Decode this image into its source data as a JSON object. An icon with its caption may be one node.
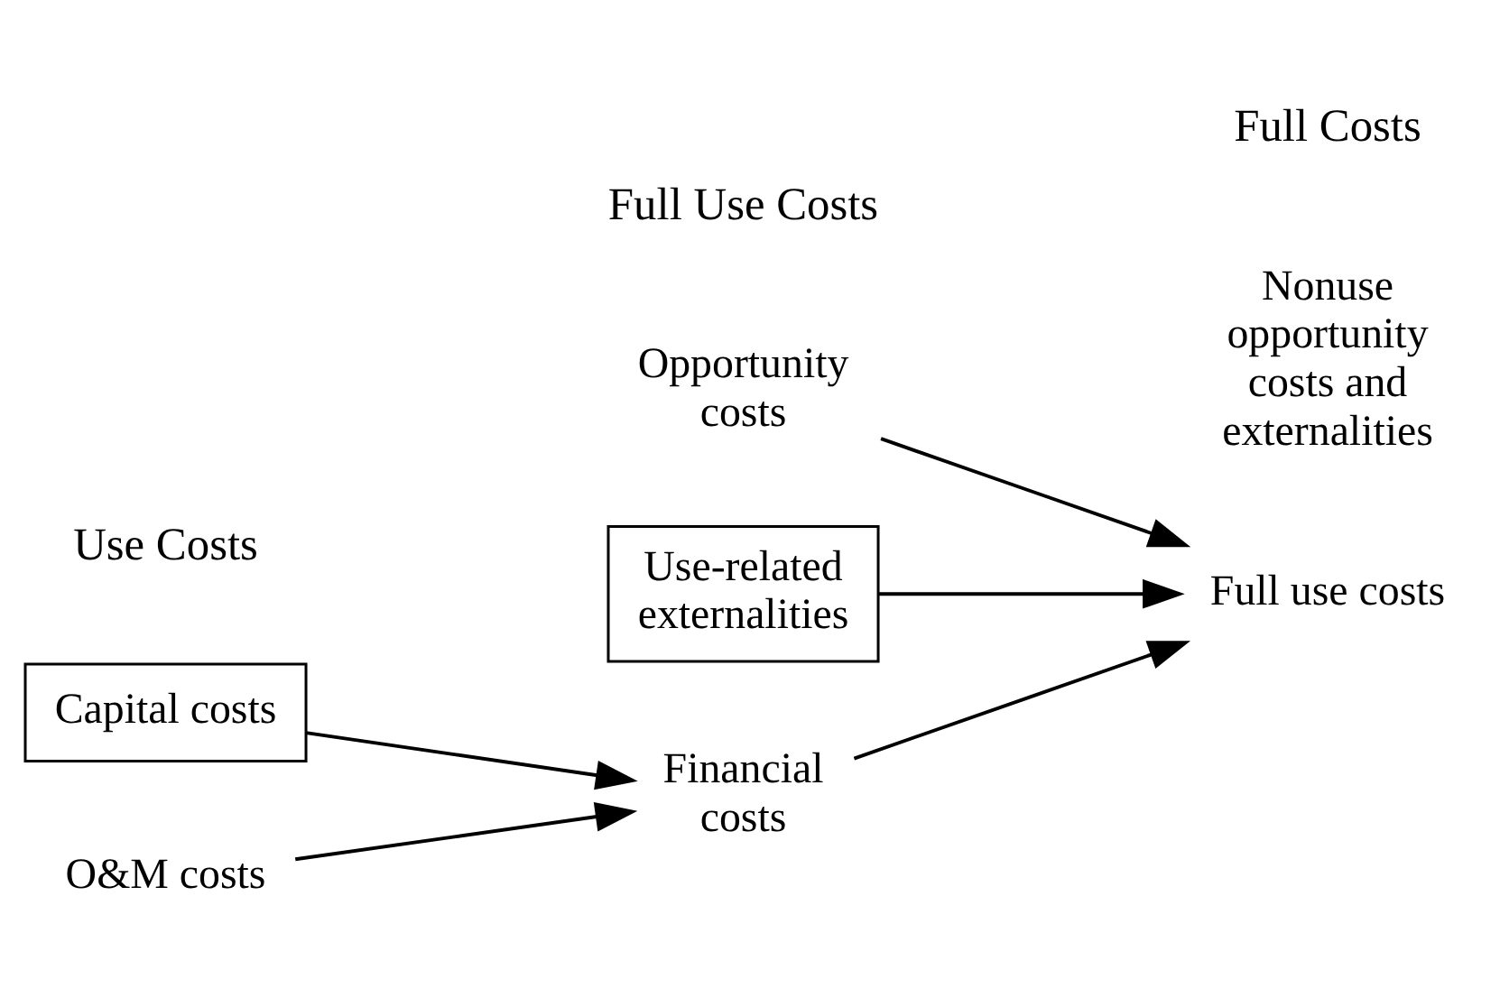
{
  "diagram": {
    "nodes": [
      {
        "text": [
          "Capital costs"
        ]
      },
      {
        "text": [
          "O&M costs"
        ]
      },
      {
        "text": [
          "Opportunity costs"
        ]
      },
      {
        "text": [
          "Use-related externalities"
        ]
      },
      {
        "text": [
          "Financial costs"
        ]
      },
      {
        "text": [
          "Nonuse opportunity costs and externalities"
        ]
      },
      {
        "text": [
          "Full use costs"
        ]
      }
    ],
    "edges": [
      {
        "from": 0,
        "to": 4,
        "arrow": "to"
      },
      {
        "from": 1,
        "to": 4,
        "arrow": "to"
      },
      {
        "from": 2,
        "to": 6,
        "arrow": "to"
      },
      {
        "from": 3,
        "to": 6,
        "arrow": "to"
      },
      {
        "from": 4,
        "to": 6,
        "arrow": "to"
      }
    ],
    "labels": [
      "Use Costs",
      "Full Use Costs",
      "Full Costs"
    ]
  }
}
